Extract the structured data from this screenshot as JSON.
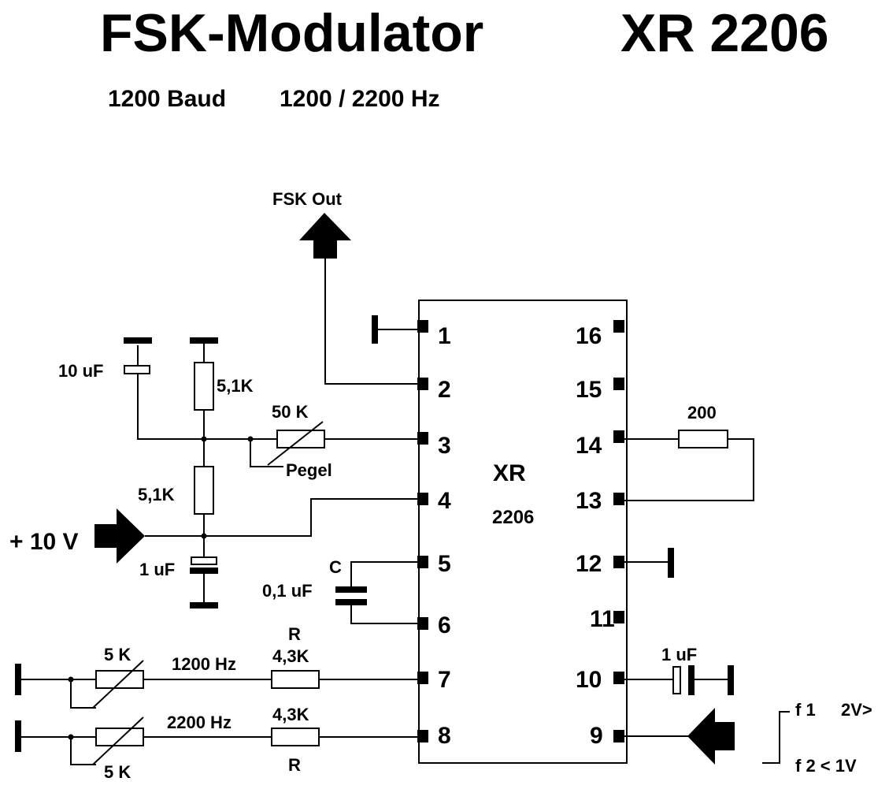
{
  "title": {
    "main": "FSK-Modulator",
    "part": "XR 2206"
  },
  "subtitle": {
    "baud": "1200 Baud",
    "freqs": "1200 / 2200 Hz"
  },
  "output": {
    "label": "FSK Out"
  },
  "supply": {
    "label": "+ 10 V"
  },
  "chip": {
    "name": "XR",
    "number": "2206",
    "left_pins": [
      "1",
      "2",
      "3",
      "4",
      "5",
      "6",
      "7",
      "8"
    ],
    "right_pins": [
      "16",
      "15",
      "14",
      "13",
      "12",
      "11",
      "10",
      "9"
    ]
  },
  "components": {
    "cap_10uf": "10 uF",
    "res_top": "5,1K",
    "res_bottom": "5,1K",
    "pot_50k": "50 K",
    "pot_50k_note": "Pegel",
    "cap_1uf_left": "1 uF",
    "cap_c_name": "C",
    "cap_c_value": "0,1 uF",
    "res_200": "200",
    "cap_1uf_right": "1 uF",
    "pot_5k_a": "5 K",
    "pot_5k_b": "5 K",
    "freq_1200": "1200 Hz",
    "freq_2200": "2200 Hz",
    "r_top_name": "R",
    "r_top_value": "4,3K",
    "r_bottom_value": "4,3K",
    "r_bottom_name": "R"
  },
  "fsk_input": {
    "f1": "f 1",
    "f1_level": "2V>",
    "f2": "f 2 < 1V"
  }
}
